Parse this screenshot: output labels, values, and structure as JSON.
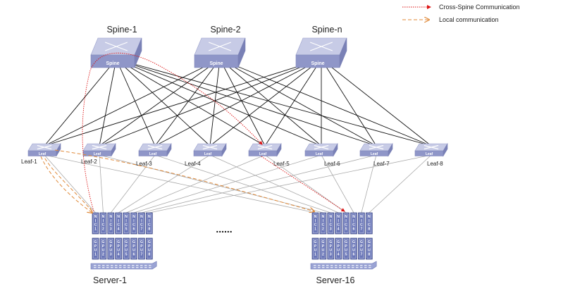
{
  "legend": [
    {
      "label": "Cross-Spine Communication",
      "color": "#dd1111",
      "style": "dotted"
    },
    {
      "label": "Local communication",
      "color": "#e08a3a",
      "style": "dashed"
    }
  ],
  "spines": [
    {
      "name": "Spine-1",
      "device_text": "Spine"
    },
    {
      "name": "Spine-2",
      "device_text": "Spine"
    },
    {
      "name": "Spine-n",
      "device_text": "Spine"
    }
  ],
  "leaves": [
    {
      "name": "Leaf-1",
      "device_text": "Leaf"
    },
    {
      "name": "Leaf-2",
      "device_text": "Leaf"
    },
    {
      "name": "Leaf-3",
      "device_text": "Leaf"
    },
    {
      "name": "Leaf-4",
      "device_text": "Leaf"
    },
    {
      "name": "Leaf-5",
      "device_text": "Leaf"
    },
    {
      "name": "Leaf-6",
      "device_text": "Leaf"
    },
    {
      "name": "Leaf-7",
      "device_text": "Leaf"
    },
    {
      "name": "Leaf-8",
      "device_text": "Leaf"
    }
  ],
  "servers": [
    {
      "name": "Server-1",
      "nics": [
        "NIC1",
        "NIC2",
        "NIC3",
        "NIC4",
        "NIC5",
        "NIC6",
        "NIC7",
        "NIC8"
      ],
      "gpus": [
        "GPU1",
        "GPU2",
        "GPU3",
        "GPU4",
        "GPU5",
        "GPU6",
        "GPU7",
        "GPU8"
      ]
    },
    {
      "name": "Server-16",
      "nics": [
        "NIC1",
        "NIC2",
        "NIC3",
        "NIC4",
        "NIC5",
        "NIC6",
        "NIC7",
        "NIC8"
      ],
      "gpus": [
        "GPU1",
        "GPU2",
        "GPU3",
        "GPU4",
        "GPU5",
        "GPU6",
        "GPU7",
        "GPU8"
      ]
    }
  ],
  "ellipsis": "......",
  "colors": {
    "device_top": "#c7cbe6",
    "device_front": "#8f96c8",
    "chip_fill": "#6b77b8",
    "spine_link": "#111111",
    "leaf_link": "#aaaaaa",
    "cross_spine": "#dd1111",
    "local": "#e08a3a"
  }
}
